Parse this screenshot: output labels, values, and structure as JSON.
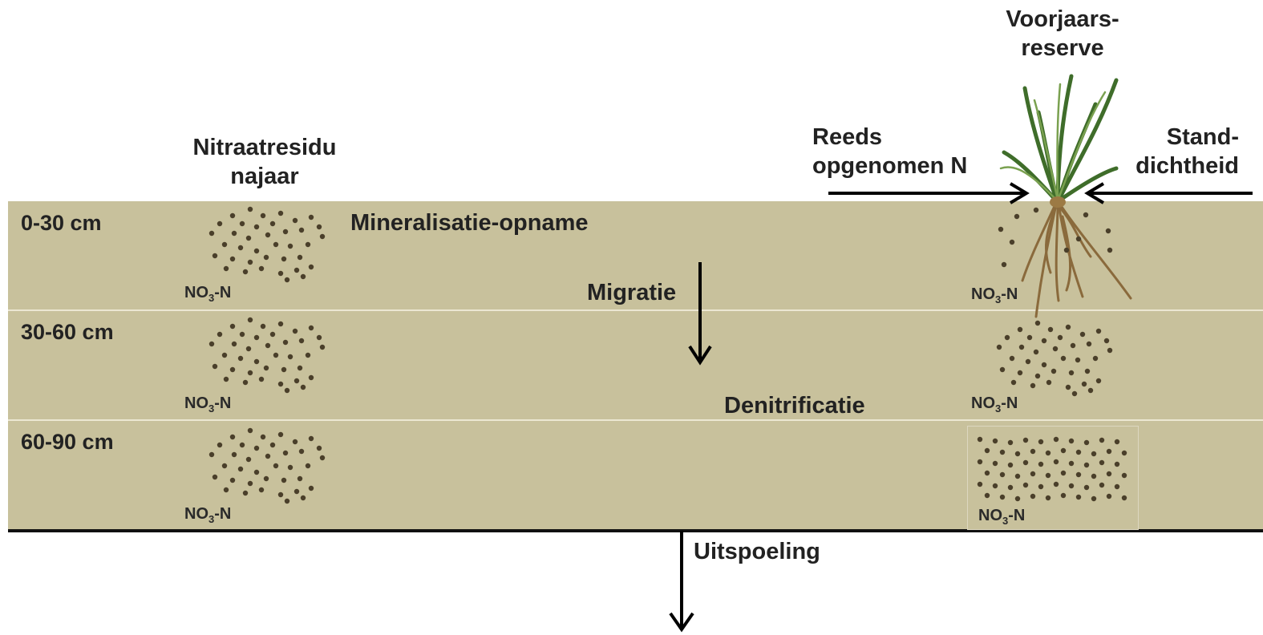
{
  "header": {
    "nitrate_residue_line1": "Nitraatresidu",
    "nitrate_residue_line2": "najaar",
    "spring_reserve_line1": "Voorjaars-",
    "spring_reserve_line2": "reserve",
    "absorbed_n_line1": "Reeds",
    "absorbed_n_line2": "opgenomen N",
    "density_line1": "Stand-",
    "density_line2": "dichtheid"
  },
  "layers": [
    {
      "label": "0-30 cm"
    },
    {
      "label": "30-60 cm"
    },
    {
      "label": "60-90 cm"
    }
  ],
  "processes": {
    "mineralisation": "Mineralisatie-opname",
    "migration": "Migratie",
    "denitrification": "Denitrificatie",
    "leaching": "Uitspoeling"
  },
  "nitrate_label": {
    "main": "NO",
    "sub": "3",
    "suffix": "-N"
  },
  "colors": {
    "soil": "#c8c19c",
    "separator": "#ece7d2",
    "dots": "#4a3f2a",
    "arrow": "#000000"
  },
  "icons": [
    "wheat-plant-icon",
    "arrow-down-icon",
    "arrow-right-icon",
    "arrow-left-icon"
  ]
}
